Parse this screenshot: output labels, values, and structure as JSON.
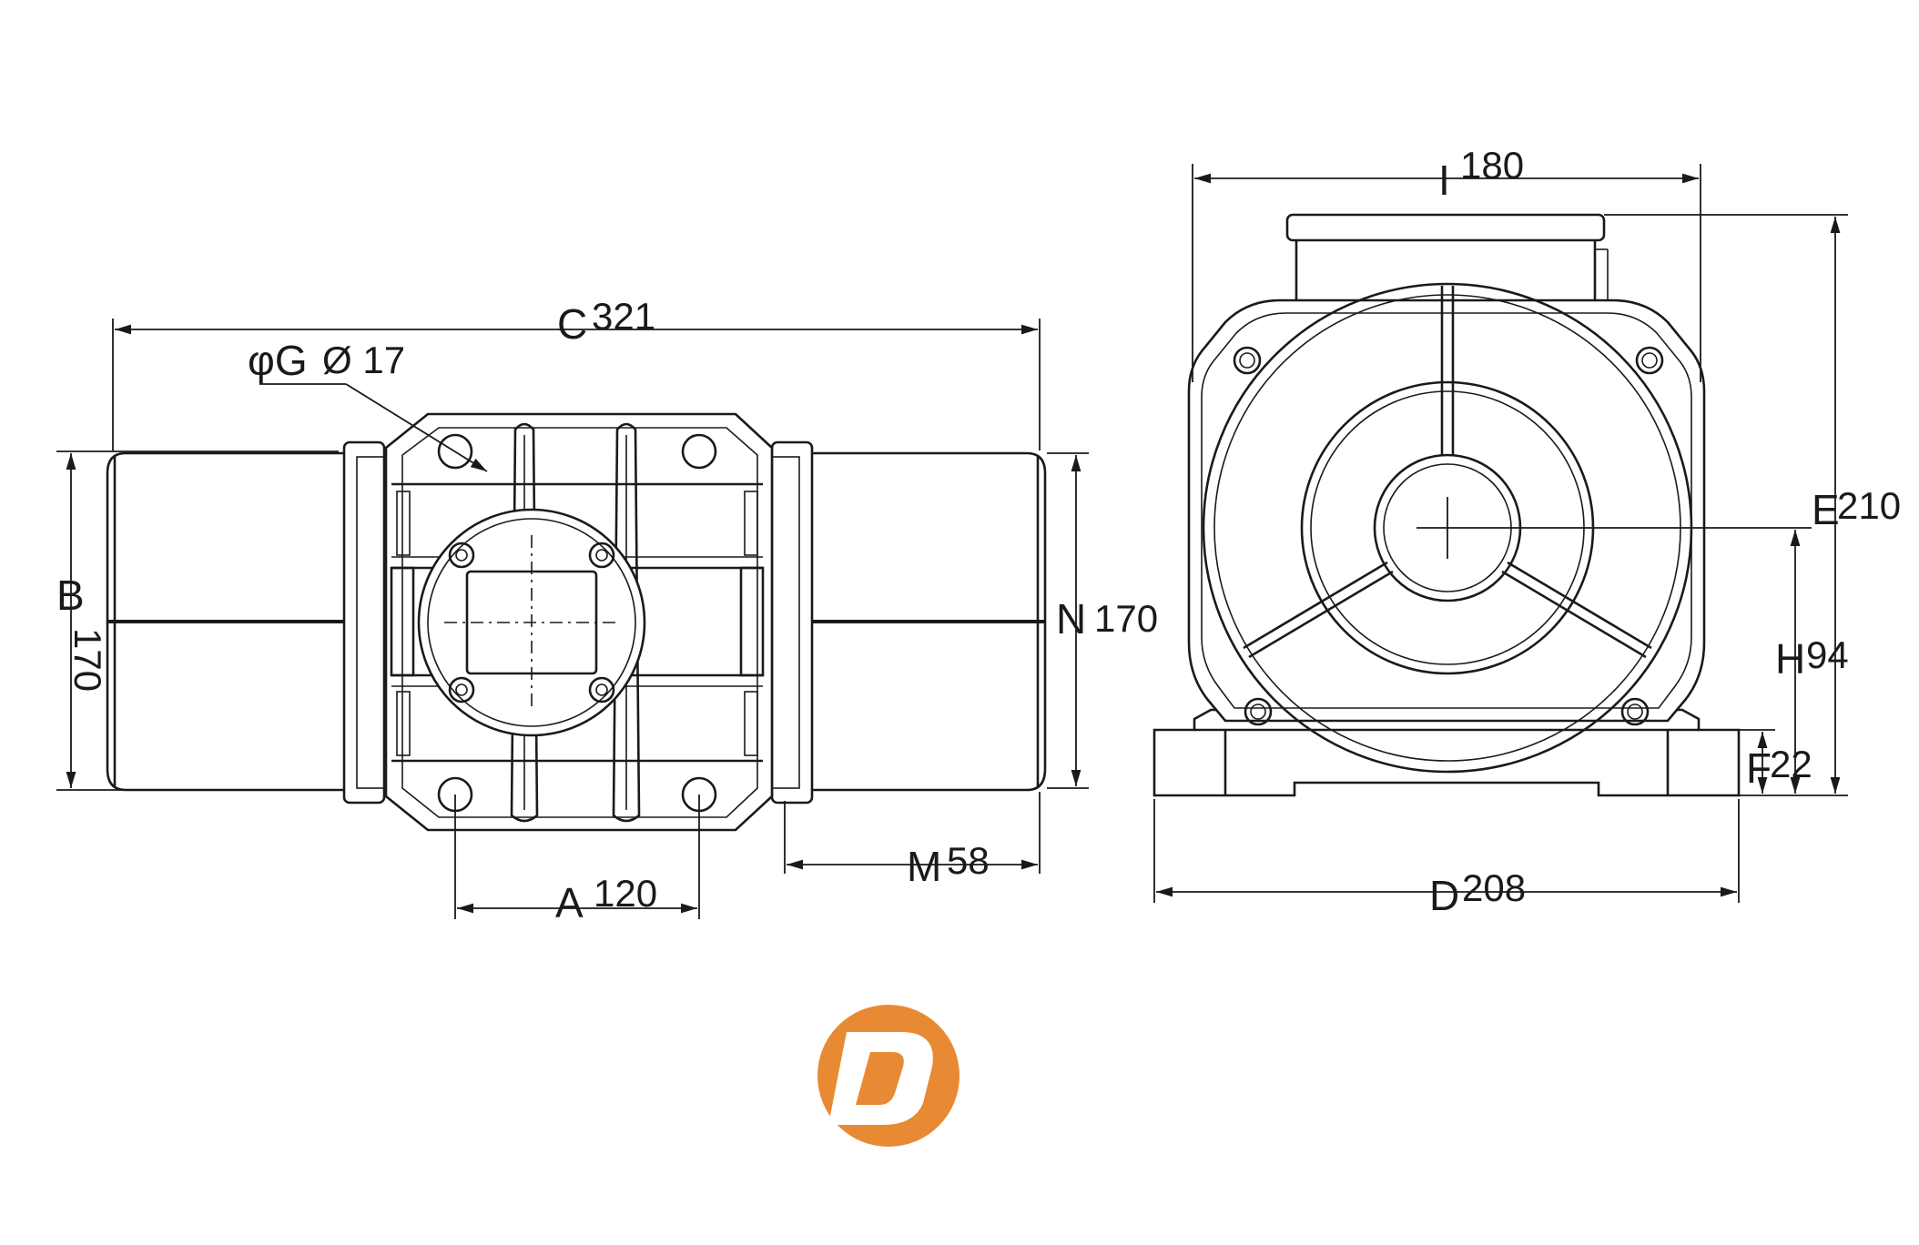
{
  "dimensions": {
    "C": {
      "label": "C",
      "value": "321"
    },
    "G": {
      "label": "φG",
      "value": "Ø 17"
    },
    "B": {
      "label": "B",
      "value": "170"
    },
    "N": {
      "label": "N",
      "value": "170"
    },
    "M": {
      "label": "M",
      "value": "58"
    },
    "A": {
      "label": "A",
      "value": "120"
    },
    "I": {
      "label": "I",
      "value": "180"
    },
    "E": {
      "label": "E",
      "value": "210"
    },
    "H": {
      "label": "H",
      "value": "94"
    },
    "F": {
      "label": "F",
      "value": "22"
    },
    "D": {
      "label": "D",
      "value": "208"
    }
  },
  "logo": {
    "letter": "D",
    "color": "#e88a33"
  }
}
